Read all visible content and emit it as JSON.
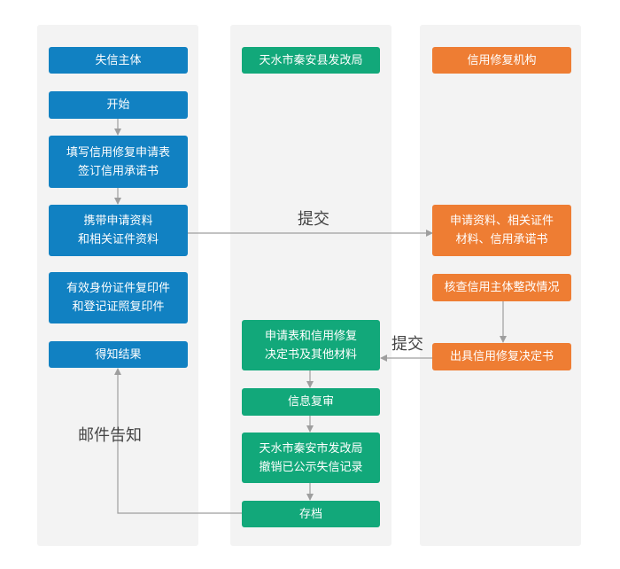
{
  "lanes": {
    "left": "失信主体",
    "mid": "天水市秦安县发改局",
    "right": "信用修复机构"
  },
  "nodes": {
    "start": "开始",
    "fill_form": "填写信用修复申请表\n签订信用承诺书",
    "carry_docs": "携带申请资料\n和相关证件资料",
    "copies": "有效身份证件复印件\n和登记证照复印件",
    "result": "得知结果",
    "app_materials": "申请资料、相关证件\n材料、信用承诺书",
    "check": "核查信用主体整改情况",
    "decision": "出具信用修复决定书",
    "forms": "申请表和信用修复\n决定书及其他材料",
    "review": "信息复审",
    "revoke": "天水市秦安市发改局\n撤销已公示失信记录",
    "archive": "存档"
  },
  "edge_labels": {
    "submit_top": "提交",
    "submit_mid": "提交",
    "mail_notice": "邮件告知"
  },
  "colors": {
    "left": "#1181c2",
    "mid": "#12a87a",
    "right": "#ee7d33",
    "lane_bg": "#f3f3f3",
    "arrow": "#9e9e9e"
  }
}
